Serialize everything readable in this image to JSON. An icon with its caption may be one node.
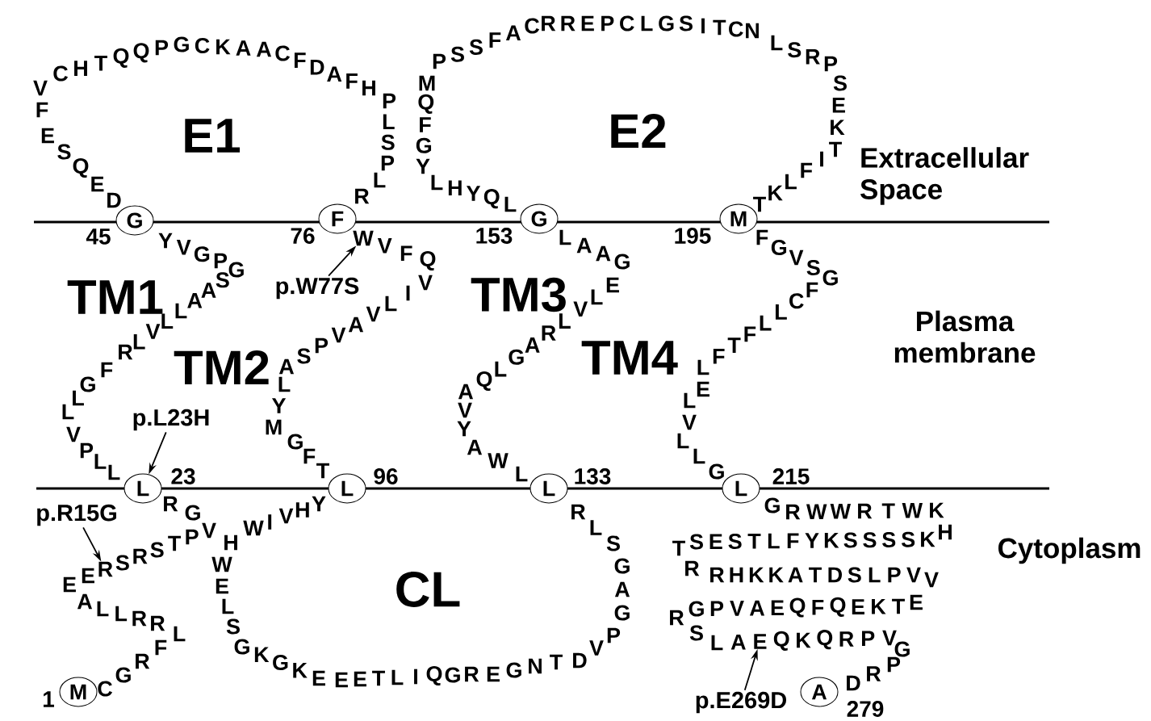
{
  "diagram": {
    "nodes": [
      {
        "text": [
          "M"
        ],
        "beside": [
          "1"
        ]
      },
      {
        "text": [
          "L"
        ],
        "beside": [
          "23"
        ]
      },
      {
        "text": [
          "G"
        ],
        "beside": [
          "45"
        ]
      },
      {
        "text": [
          "F"
        ],
        "beside": [
          "76"
        ]
      },
      {
        "text": [
          "L"
        ],
        "beside": [
          "96"
        ]
      },
      {
        "text": [
          "L"
        ],
        "beside": [
          "133"
        ]
      },
      {
        "text": [
          "G"
        ],
        "beside": [
          "153"
        ]
      },
      {
        "text": [
          "M"
        ],
        "beside": [
          "195"
        ]
      },
      {
        "text": [
          "L"
        ],
        "beside": [
          "215"
        ]
      },
      {
        "text": [
          "A"
        ],
        "beside": [
          "279"
        ]
      },
      {
        "text": [
          "p.R15G"
        ]
      },
      {
        "text": [
          "p.L23H"
        ]
      },
      {
        "text": [
          "p.W77S"
        ]
      },
      {
        "text": [
          "p.E269D"
        ]
      },
      {
        "text": [
          "R"
        ]
      },
      {
        "text": [
          "W"
        ]
      },
      {
        "text": [
          "E"
        ]
      }
    ],
    "edges": [
      {
        "from": 10,
        "to": 14,
        "arrow": "to"
      },
      {
        "from": 11,
        "to": 1,
        "arrow": "to"
      },
      {
        "from": 12,
        "to": 15,
        "arrow": "to"
      },
      {
        "from": 13,
        "to": 16,
        "arrow": "to"
      }
    ],
    "labels": [
      "C",
      "G",
      "R",
      "F",
      "L",
      "R",
      "R",
      "L",
      "L",
      "A",
      "E",
      "E",
      "S",
      "R",
      "S",
      "T",
      "P",
      "V",
      "G",
      "R",
      "L",
      "L",
      "P",
      "V",
      "L",
      "L",
      "G",
      "F",
      "R",
      "L",
      "V",
      "L",
      "L",
      "A",
      "A",
      "S",
      "G",
      "P",
      "G",
      "V",
      "Y",
      "D",
      "E",
      "Q",
      "S",
      "E",
      "F",
      "V",
      "C",
      "H",
      "T",
      "Q",
      "Q",
      "P",
      "G",
      "C",
      "K",
      "A",
      "A",
      "C",
      "F",
      "D",
      "A",
      "F",
      "H",
      "P",
      "L",
      "S",
      "P",
      "L",
      "R",
      "V",
      "F",
      "Q",
      "V",
      "I",
      "L",
      "V",
      "A",
      "V",
      "P",
      "S",
      "A",
      "L",
      "Y",
      "M",
      "G",
      "F",
      "T",
      "Y",
      "H",
      "V",
      "I",
      "W",
      "H",
      "W",
      "E",
      "L",
      "S",
      "G",
      "K",
      "G",
      "K",
      "E",
      "E",
      "E",
      "T",
      "L",
      "I",
      "Q",
      "G",
      "R",
      "E",
      "G",
      "N",
      "T",
      "D",
      "V",
      "P",
      "G",
      "A",
      "G",
      "S",
      "L",
      "R",
      "L",
      "W",
      "A",
      "Y",
      "V",
      "A",
      "Q",
      "L",
      "G",
      "A",
      "R",
      "L",
      "V",
      "L",
      "E",
      "G",
      "A",
      "A",
      "L",
      "L",
      "Q",
      "Y",
      "H",
      "L",
      "Y",
      "G",
      "F",
      "Q",
      "M",
      "P",
      "S",
      "S",
      "F",
      "A",
      "C",
      "R",
      "R",
      "E",
      "P",
      "C",
      "L",
      "G",
      "S",
      "I",
      "T",
      "C",
      "N",
      "L",
      "S",
      "R",
      "P",
      "S",
      "E",
      "K",
      "T",
      "I",
      "F",
      "L",
      "K",
      "T",
      "F",
      "G",
      "V",
      "S",
      "G",
      "F",
      "C",
      "L",
      "L",
      "F",
      "T",
      "F",
      "L",
      "E",
      "L",
      "V",
      "L",
      "L",
      "G",
      "G",
      "R",
      "W",
      "W",
      "R",
      "T",
      "W",
      "K",
      "H",
      "K",
      "S",
      "S",
      "S",
      "S",
      "K",
      "Y",
      "F",
      "L",
      "T",
      "S",
      "E",
      "S",
      "T",
      "R",
      "R",
      "H",
      "K",
      "K",
      "A",
      "T",
      "D",
      "S",
      "L",
      "P",
      "V",
      "V",
      "E",
      "T",
      "K",
      "E",
      "Q",
      "F",
      "Q",
      "E",
      "A",
      "V",
      "P",
      "G",
      "R",
      "S",
      "L",
      "A",
      "Q",
      "K",
      "Q",
      "R",
      "P",
      "V",
      "G",
      "P",
      "R",
      "D",
      "E1",
      "E2",
      "TM1",
      "TM2",
      "TM3",
      "TM4",
      "CL",
      "Extracellular Space",
      "Plasma membrane",
      "Cytoplasm"
    ]
  }
}
